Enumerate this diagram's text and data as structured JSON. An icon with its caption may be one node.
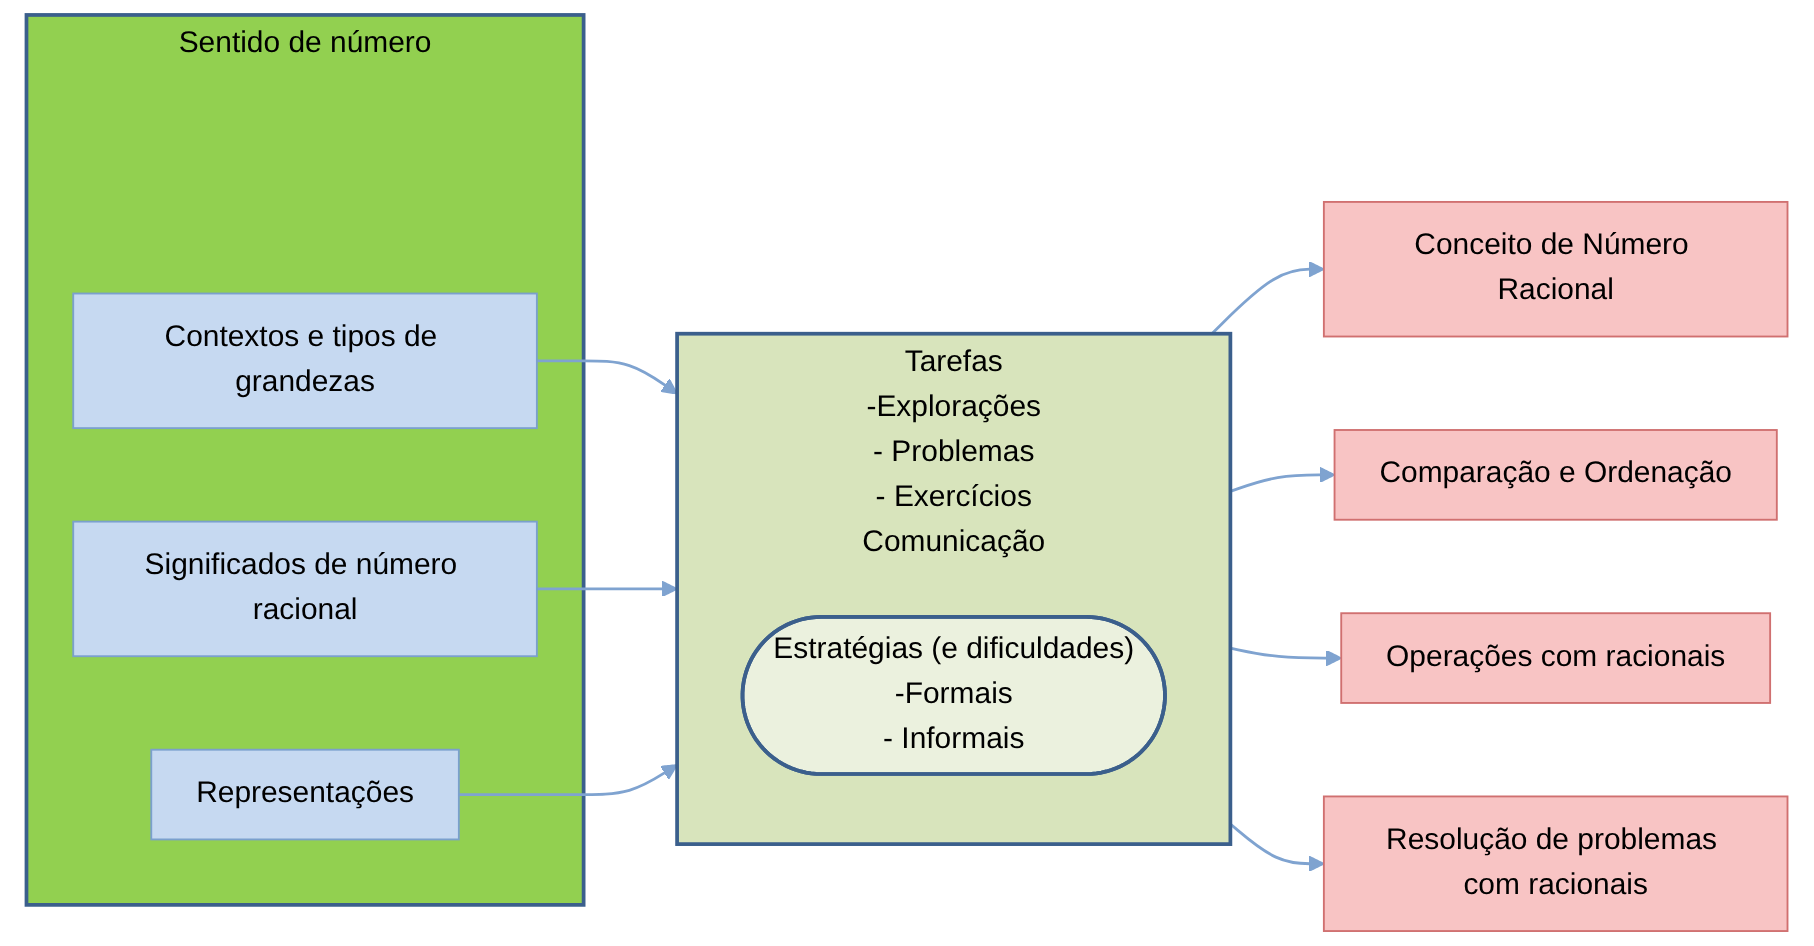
{
  "diagram": {
    "nodes": [
      {
        "text": [
          "Sentido de número"
        ]
      },
      {
        "text": [
          "Contextos e tipos de grandezas"
        ],
        "in": 0
      },
      {
        "text": [
          "Significados de número racional"
        ],
        "in": 0
      },
      {
        "text": [
          "Representações"
        ],
        "in": 0
      },
      {
        "text": [
          "Tarefas",
          "-Explorações",
          "- Problemas",
          "- Exercícios",
          "Comunicação"
        ]
      },
      {
        "text": [
          "Estratégias (e dificuldades)",
          "-Formais",
          "- Informais"
        ],
        "in": 4
      },
      {
        "text": [
          "Conceito de Número Racional"
        ]
      },
      {
        "text": [
          "Comparação e Ordenação"
        ]
      },
      {
        "text": [
          "Operações com racionais"
        ]
      },
      {
        "text": [
          "Resolução de problemas com racionais"
        ]
      }
    ],
    "edges": [
      {
        "from": 1,
        "to": 4,
        "arrow": "to"
      },
      {
        "from": 2,
        "to": 4,
        "arrow": "to"
      },
      {
        "from": 3,
        "to": 4,
        "arrow": "to"
      },
      {
        "from": 4,
        "to": 6,
        "arrow": "to"
      },
      {
        "from": 4,
        "to": 7,
        "arrow": "to"
      },
      {
        "from": 4,
        "to": 8,
        "arrow": "to"
      },
      {
        "from": 4,
        "to": 9,
        "arrow": "to"
      }
    ]
  }
}
